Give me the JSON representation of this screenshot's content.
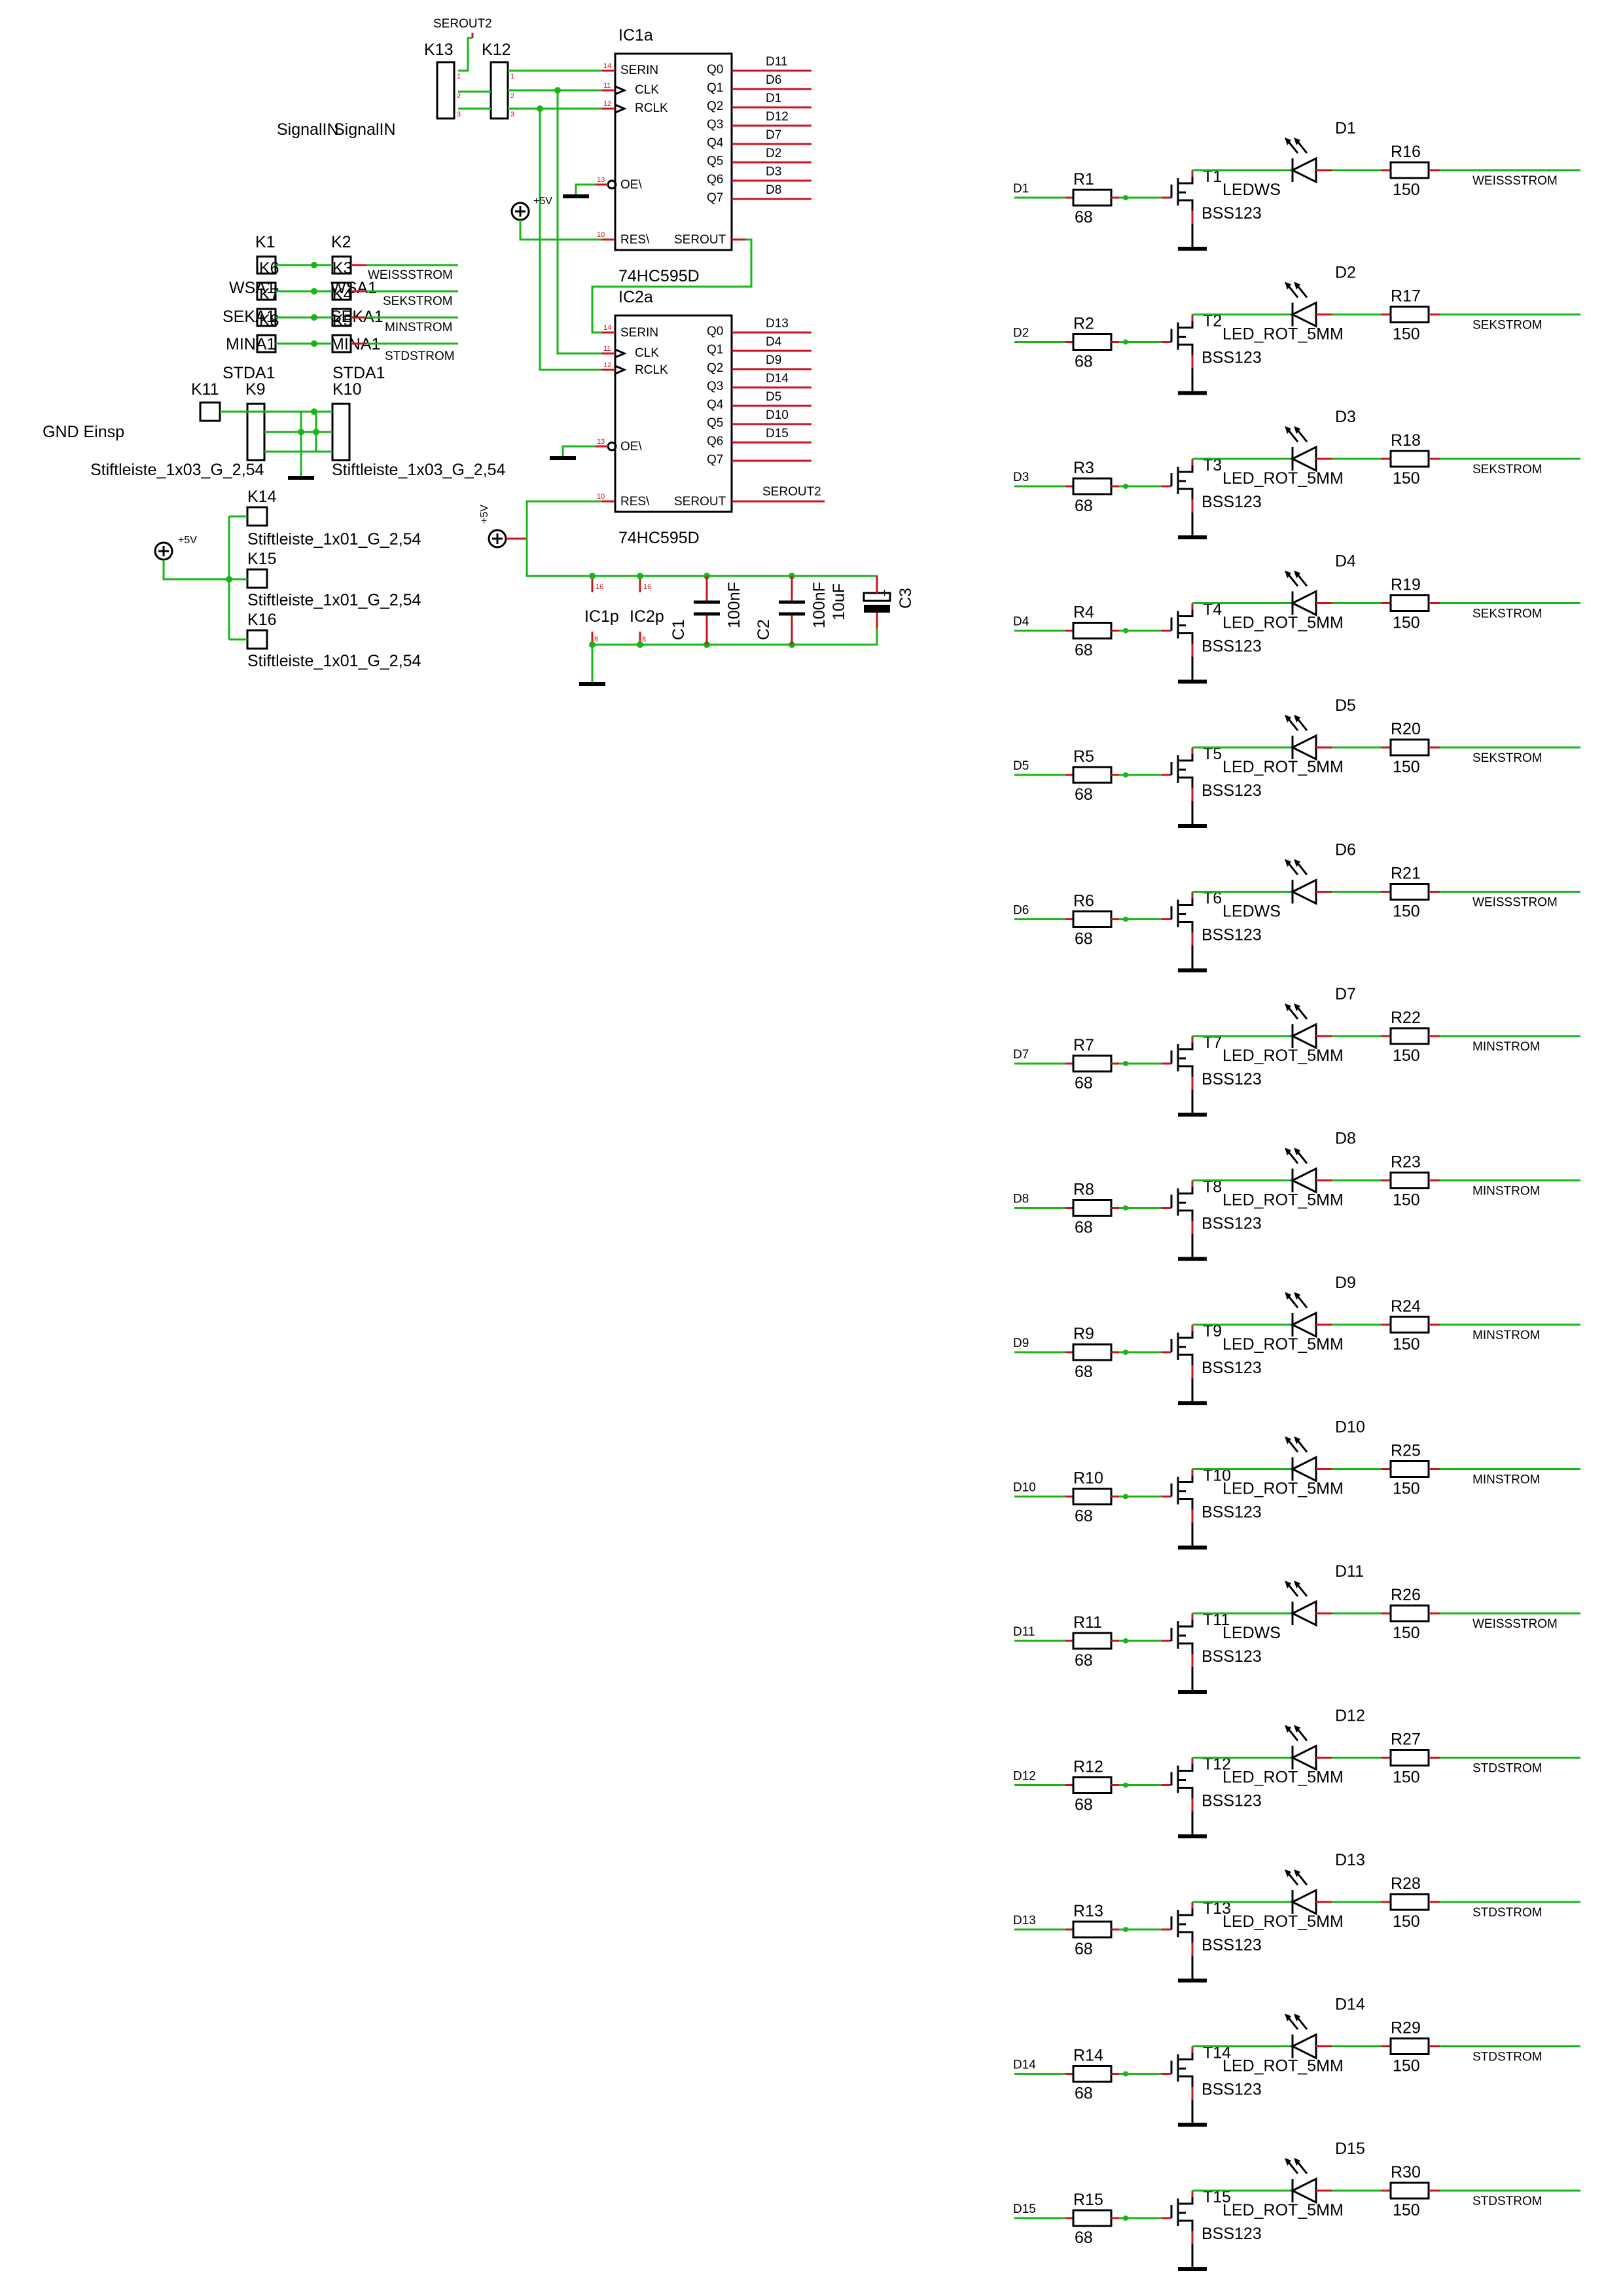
{
  "connectors": {
    "serout2_top": "SEROUT2",
    "k13": "K13",
    "k12": "K12",
    "signal_in_a": "SignalIN",
    "signal_in_b": "SignalIN",
    "k1": "K1",
    "k2": "K2",
    "k3": "K3",
    "k4": "K4",
    "k5": "K5",
    "k6": "K6",
    "k7": "K7",
    "k8": "K8",
    "wsa1_a": "WSA1",
    "wsa1_b": "WSA1",
    "seka1_a": "SEKA1",
    "seka1_b": "SEKA1",
    "mina1_a": "MINA1",
    "mina1_b": "MINA1",
    "stda1_a": "STDA1",
    "stda1_b": "STDA1",
    "net_weiss": "WEISSSTROM",
    "net_sek": "SEKSTROM",
    "net_min": "MINSTROM",
    "net_std": "STDSTROM",
    "k11": "K11",
    "k9": "K9",
    "k10": "K10",
    "gnd_einsp": "GND Einsp",
    "stift3_a": "Stiftleiste_1x03_G_2,54",
    "stift3_b": "Stiftleiste_1x03_G_2,54",
    "k14": "K14",
    "k15": "K15",
    "k16": "K16",
    "stift1_a": "Stiftleiste_1x01_G_2,54",
    "stift1_b": "Stiftleiste_1x01_G_2,54",
    "stift1_c": "Stiftleiste_1x01_G_2,54",
    "plus5v_a": "+5V",
    "plus5v_b": "+5V",
    "plus5v_c": "+5V"
  },
  "shift_registers": {
    "ic1_name": "IC1a",
    "ic1_value": "74HC595D",
    "ic1_outputs": [
      "D11",
      "D6",
      "D1",
      "D12",
      "D7",
      "D2",
      "D3",
      "D8"
    ],
    "ic2_name": "IC2a",
    "ic2_value": "74HC595D",
    "ic2_outputs": [
      "D13",
      "D4",
      "D9",
      "D14",
      "D5",
      "D10",
      "D15",
      ""
    ],
    "pins_in": [
      "SERIN",
      "CLK",
      "RCLK",
      "OE\\",
      "RES\\"
    ],
    "pins_out": [
      "Q0",
      "Q1",
      "Q2",
      "Q3",
      "Q4",
      "Q5",
      "Q6",
      "Q7",
      "SEROUT"
    ],
    "serout2": "SEROUT2"
  },
  "power": {
    "ic1p": "IC1p",
    "ic2p": "IC2p",
    "c1_name": "C1",
    "c1_value": "100nF",
    "c2_name": "C2",
    "c2_value": "100nF",
    "c3_name": "C3",
    "c3_value": "10uF"
  },
  "channels": [
    {
      "input": "D1",
      "r": "R1",
      "rv": "68",
      "t": "T1",
      "tv": "BSS123",
      "led": "D1",
      "led_type": "LEDWS",
      "rl": "R16",
      "rlv": "150",
      "net": "WEISSSTROM"
    },
    {
      "input": "D2",
      "r": "R2",
      "rv": "68",
      "t": "T2",
      "tv": "BSS123",
      "led": "D2",
      "led_type": "LED_ROT_5MM",
      "rl": "R17",
      "rlv": "150",
      "net": "SEKSTROM"
    },
    {
      "input": "D3",
      "r": "R3",
      "rv": "68",
      "t": "T3",
      "tv": "BSS123",
      "led": "D3",
      "led_type": "LED_ROT_5MM",
      "rl": "R18",
      "rlv": "150",
      "net": "SEKSTROM"
    },
    {
      "input": "D4",
      "r": "R4",
      "rv": "68",
      "t": "T4",
      "tv": "BSS123",
      "led": "D4",
      "led_type": "LED_ROT_5MM",
      "rl": "R19",
      "rlv": "150",
      "net": "SEKSTROM"
    },
    {
      "input": "D5",
      "r": "R5",
      "rv": "68",
      "t": "T5",
      "tv": "BSS123",
      "led": "D5",
      "led_type": "LED_ROT_5MM",
      "rl": "R20",
      "rlv": "150",
      "net": "SEKSTROM"
    },
    {
      "input": "D6",
      "r": "R6",
      "rv": "68",
      "t": "T6",
      "tv": "BSS123",
      "led": "D6",
      "led_type": "LEDWS",
      "rl": "R21",
      "rlv": "150",
      "net": "WEISSSTROM"
    },
    {
      "input": "D7",
      "r": "R7",
      "rv": "68",
      "t": "T7",
      "tv": "BSS123",
      "led": "D7",
      "led_type": "LED_ROT_5MM",
      "rl": "R22",
      "rlv": "150",
      "net": "MINSTROM"
    },
    {
      "input": "D8",
      "r": "R8",
      "rv": "68",
      "t": "T8",
      "tv": "BSS123",
      "led": "D8",
      "led_type": "LED_ROT_5MM",
      "rl": "R23",
      "rlv": "150",
      "net": "MINSTROM"
    },
    {
      "input": "D9",
      "r": "R9",
      "rv": "68",
      "t": "T9",
      "tv": "BSS123",
      "led": "D9",
      "led_type": "LED_ROT_5MM",
      "rl": "R24",
      "rlv": "150",
      "net": "MINSTROM"
    },
    {
      "input": "D10",
      "r": "R10",
      "rv": "68",
      "t": "T10",
      "tv": "BSS123",
      "led": "D10",
      "led_type": "LED_ROT_5MM",
      "rl": "R25",
      "rlv": "150",
      "net": "MINSTROM"
    },
    {
      "input": "D11",
      "r": "R11",
      "rv": "68",
      "t": "T11",
      "tv": "BSS123",
      "led": "D11",
      "led_type": "LEDWS",
      "rl": "R26",
      "rlv": "150",
      "net": "WEISSSTROM"
    },
    {
      "input": "D12",
      "r": "R12",
      "rv": "68",
      "t": "T12",
      "tv": "BSS123",
      "led": "D12",
      "led_type": "LED_ROT_5MM",
      "rl": "R27",
      "rlv": "150",
      "net": "STDSTROM"
    },
    {
      "input": "D13",
      "r": "R13",
      "rv": "68",
      "t": "T13",
      "tv": "BSS123",
      "led": "D13",
      "led_type": "LED_ROT_5MM",
      "rl": "R28",
      "rlv": "150",
      "net": "STDSTROM"
    },
    {
      "input": "D14",
      "r": "R14",
      "rv": "68",
      "t": "T14",
      "tv": "BSS123",
      "led": "D14",
      "led_type": "LED_ROT_5MM",
      "rl": "R29",
      "rlv": "150",
      "net": "STDSTROM"
    },
    {
      "input": "D15",
      "r": "R15",
      "rv": "68",
      "t": "T15",
      "tv": "BSS123",
      "led": "D15",
      "led_type": "LED_ROT_5MM",
      "rl": "R30",
      "rlv": "150",
      "net": "STDSTROM"
    }
  ]
}
